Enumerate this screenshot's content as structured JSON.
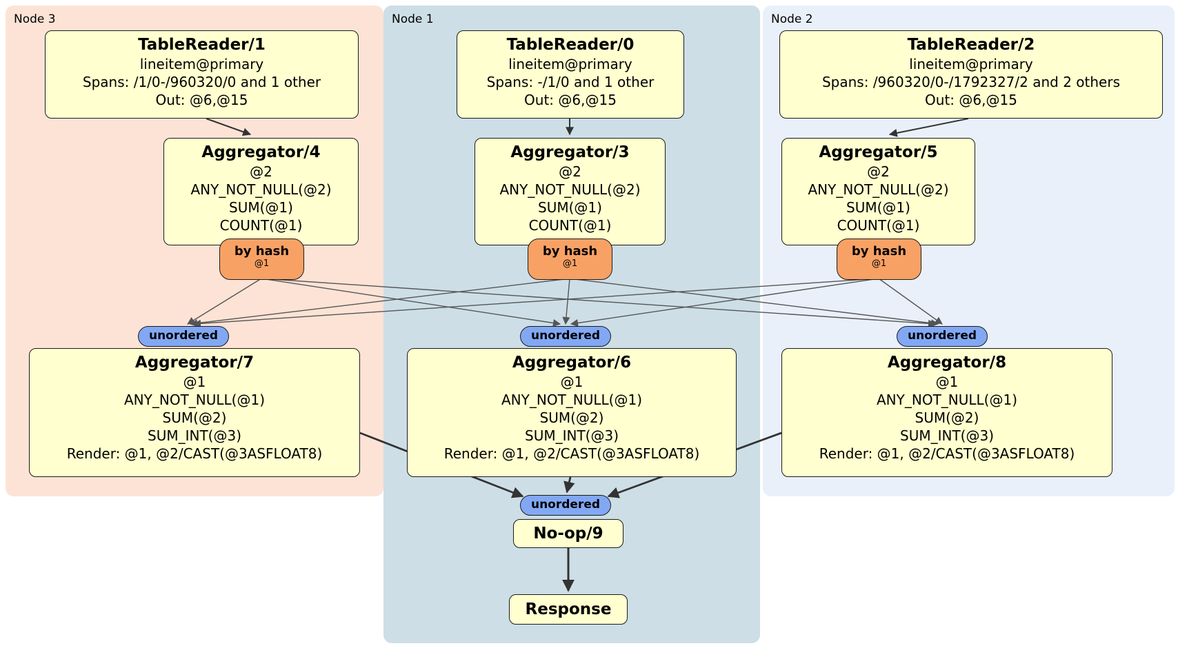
{
  "regions": {
    "node3": {
      "label": "Node 3",
      "bg": "#fce3d6"
    },
    "node1": {
      "label": "Node 1",
      "bg": "#cddee6"
    },
    "node2": {
      "label": "Node 2",
      "bg": "#e9f0fa"
    }
  },
  "boxes": {
    "tr1": {
      "title": "TableReader/1",
      "lines": [
        "lineitem@primary",
        "Spans: /1/0-/960320/0 and 1 other",
        "Out: @6,@15"
      ]
    },
    "tr0": {
      "title": "TableReader/0",
      "lines": [
        "lineitem@primary",
        "Spans: -/1/0 and 1 other",
        "Out: @6,@15"
      ]
    },
    "tr2": {
      "title": "TableReader/2",
      "lines": [
        "lineitem@primary",
        "Spans: /960320/0-/1792327/2 and 2 others",
        "Out: @6,@15"
      ]
    },
    "agg4": {
      "title": "Aggregator/4",
      "lines": [
        "@2",
        "ANY_NOT_NULL(@2)",
        "SUM(@1)",
        "COUNT(@1)"
      ]
    },
    "agg3": {
      "title": "Aggregator/3",
      "lines": [
        "@2",
        "ANY_NOT_NULL(@2)",
        "SUM(@1)",
        "COUNT(@1)"
      ]
    },
    "agg5": {
      "title": "Aggregator/5",
      "lines": [
        "@2",
        "ANY_NOT_NULL(@2)",
        "SUM(@1)",
        "COUNT(@1)"
      ]
    },
    "agg7": {
      "title": "Aggregator/7",
      "lines": [
        "@1",
        "ANY_NOT_NULL(@1)",
        "SUM(@2)",
        "SUM_INT(@3)",
        "Render: @1, @2/CAST(@3ASFLOAT8)"
      ]
    },
    "agg6": {
      "title": "Aggregator/6",
      "lines": [
        "@1",
        "ANY_NOT_NULL(@1)",
        "SUM(@2)",
        "SUM_INT(@3)",
        "Render: @1, @2/CAST(@3ASFLOAT8)"
      ]
    },
    "agg8": {
      "title": "Aggregator/8",
      "lines": [
        "@1",
        "ANY_NOT_NULL(@1)",
        "SUM(@2)",
        "SUM_INT(@3)",
        "Render: @1, @2/CAST(@3ASFLOAT8)"
      ]
    },
    "noop": {
      "title": "No-op/9"
    },
    "response": {
      "title": "Response"
    }
  },
  "badges": {
    "by_hash": {
      "label": "by hash",
      "detail": "@1"
    },
    "unordered": {
      "label": "unordered"
    }
  },
  "colors": {
    "box_bg": "#ffffcf",
    "hash_badge_bg": "#f8a165",
    "unordered_badge_bg": "#82a8f4",
    "node3_bg": "#fce3d6",
    "node1_bg": "#cddee6",
    "node2_bg": "#e9f0fa",
    "edge_thin": "#555555",
    "edge_thick": "#333333"
  }
}
